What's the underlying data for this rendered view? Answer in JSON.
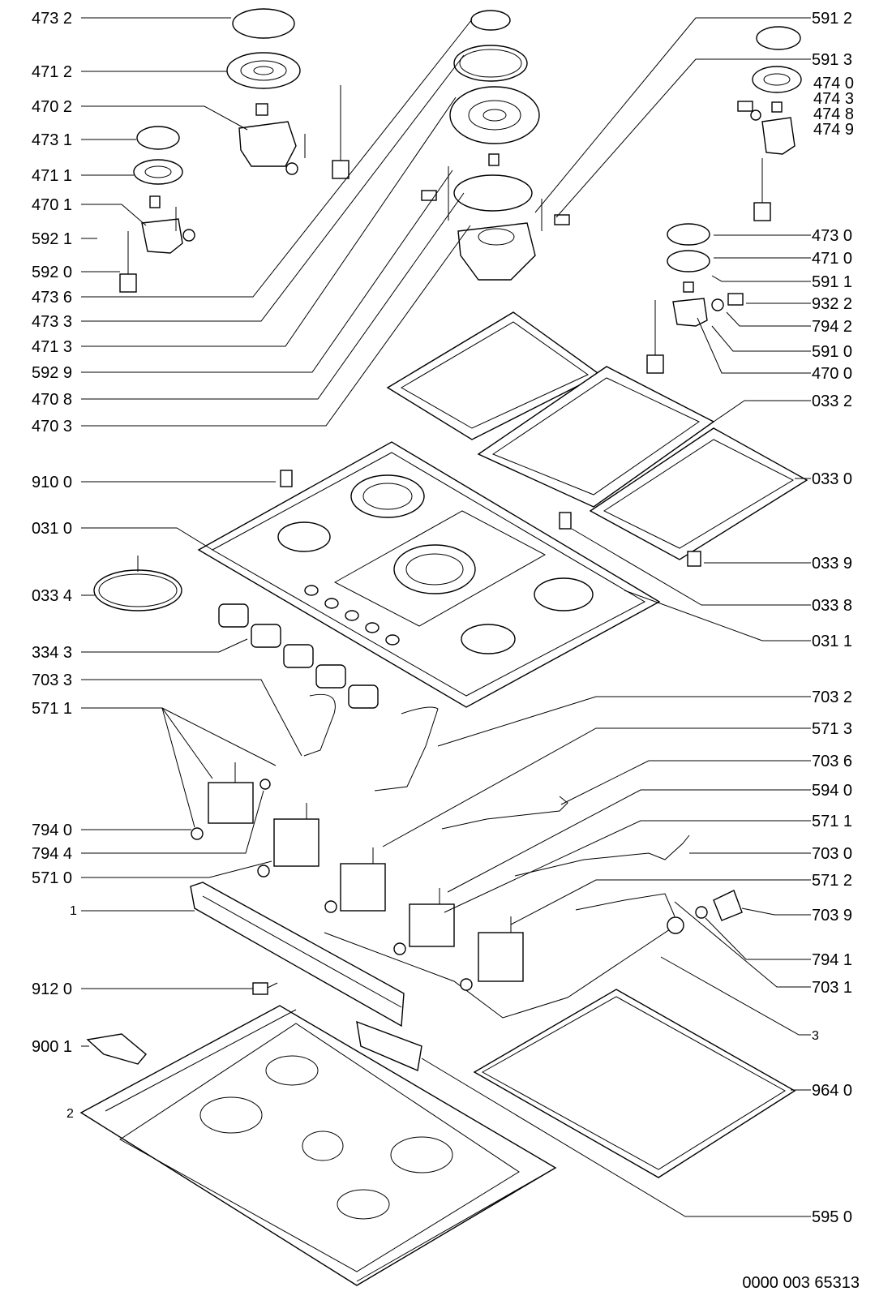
{
  "drawing_number": "0000 003 65313",
  "labels_left": [
    "473 2",
    "471 2",
    "470 2",
    "473 1",
    "471 1",
    "470 1",
    "592 1",
    "592 0",
    "473 6",
    "473 3",
    "471 3",
    "592 9",
    "470 8",
    "470 3",
    "910 0",
    "031 0",
    "033 4",
    "334 3",
    "703 3",
    "571 1",
    "794 0",
    "794 4",
    "571 0",
    "1",
    "912 0",
    "900 1",
    "2"
  ],
  "labels_right": [
    "591 2",
    "591 3",
    "474 0",
    "474 3",
    "474 8",
    "474 9",
    "473 0",
    "471 0",
    "591 1",
    "932 2",
    "794 2",
    "591 0",
    "470 0",
    "033 2",
    "033 0",
    "033 9",
    "033 8",
    "031 1",
    "703 2",
    "571 3",
    "703 6",
    "594 0",
    "571 1",
    "703 0",
    "571 2",
    "703 9",
    "794 1",
    "703 1",
    "3",
    "964 0",
    "595 0"
  ]
}
